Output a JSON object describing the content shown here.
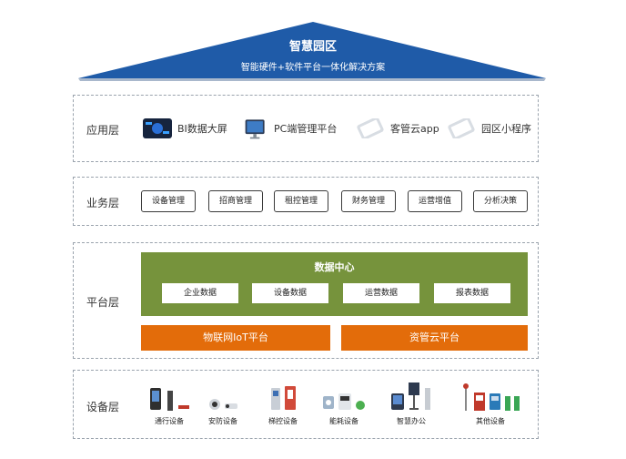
{
  "roof": {
    "title": "智慧园区",
    "subtitle": "智能硬件+软件平台一体化解决方案"
  },
  "layers": {
    "app": {
      "label": "应用层",
      "items": [
        "BI数据大屏",
        "PC端管理平台",
        "客管云app",
        "园区小程序"
      ]
    },
    "business": {
      "label": "业务层",
      "items": [
        "设备管理",
        "招商管理",
        "租控管理",
        "财务管理",
        "运营增值",
        "分析决策"
      ]
    },
    "platform": {
      "label": "平台层",
      "data_center": "数据中心",
      "data_items": [
        "企业数据",
        "设备数据",
        "运营数据",
        "报表数据"
      ],
      "iot": "物联网IoT平台",
      "asset": "资管云平台"
    },
    "device": {
      "label": "设备层",
      "items": [
        "通行设备",
        "安防设备",
        "梯控设备",
        "能耗设备",
        "智慧办公",
        "其他设备"
      ]
    }
  },
  "colors": {
    "roof": "#1f5ba8",
    "data_center": "#76933c",
    "orange": "#e36c0a"
  }
}
